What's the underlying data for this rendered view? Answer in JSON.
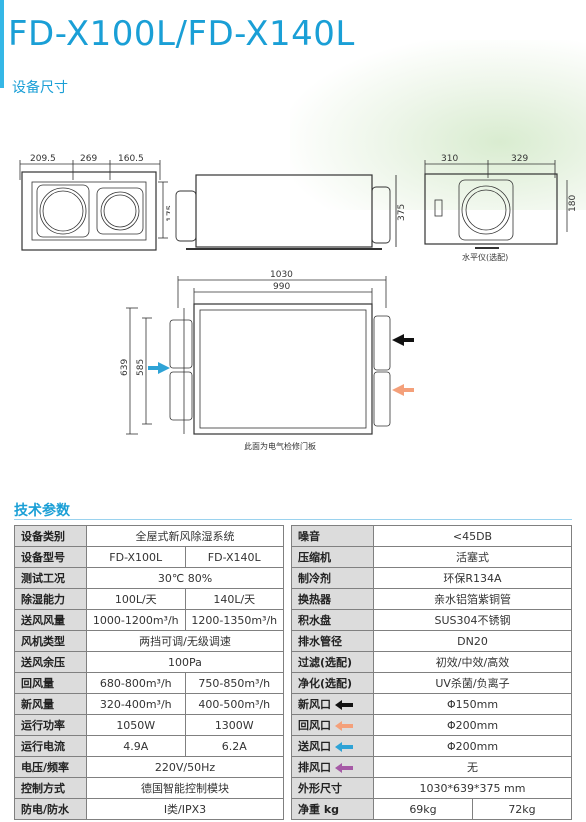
{
  "header": {
    "title": "FD-X100L/FD-X140L",
    "subtitle": "设备尺寸"
  },
  "dimensions": {
    "front": [
      "209.5",
      "269",
      "160.5",
      "175"
    ],
    "side": [
      "375"
    ],
    "right": [
      "310",
      "329",
      "180"
    ],
    "right_caption": "水平仪(选配)",
    "top": [
      "1030",
      "990",
      "639",
      "585"
    ],
    "top_caption": "此面为电气检修门板"
  },
  "section_title": "技术参数",
  "left_table": [
    {
      "label": "设备类别",
      "cells": [
        "全屋式新风除湿系统"
      ]
    },
    {
      "label": "设备型号",
      "cells": [
        "FD-X100L",
        "FD-X140L"
      ]
    },
    {
      "label": "测试工况",
      "cells": [
        "30℃ 80%"
      ]
    },
    {
      "label": "除湿能力",
      "cells": [
        "100L/天",
        "140L/天"
      ]
    },
    {
      "label": "送风风量",
      "cells": [
        "1000-1200m³/h",
        "1200-1350m³/h"
      ]
    },
    {
      "label": "风机类型",
      "cells": [
        "两挡可调/无级调速"
      ]
    },
    {
      "label": "送风余压",
      "cells": [
        "100Pa"
      ]
    },
    {
      "label": "回风量",
      "cells": [
        "680-800m³/h",
        "750-850m³/h"
      ]
    },
    {
      "label": "新风量",
      "cells": [
        "320-400m³/h",
        "400-500m³/h"
      ]
    },
    {
      "label": "运行功率",
      "cells": [
        "1050W",
        "1300W"
      ]
    },
    {
      "label": "运行电流",
      "cells": [
        "4.9A",
        "6.2A"
      ]
    },
    {
      "label": "电压/频率",
      "cells": [
        "220V/50Hz"
      ]
    },
    {
      "label": "控制方式",
      "cells": [
        "德国智能控制模块"
      ]
    },
    {
      "label": "防电/防水",
      "cells": [
        "I类/IPX3"
      ]
    }
  ],
  "right_table": [
    {
      "label": "噪音",
      "cells": [
        "<45DB"
      ]
    },
    {
      "label": "压缩机",
      "cells": [
        "活塞式"
      ]
    },
    {
      "label": "制冷剂",
      "cells": [
        "环保R134A"
      ]
    },
    {
      "label": "换热器",
      "cells": [
        "亲水铝箔紫铜管"
      ]
    },
    {
      "label": "积水盘",
      "cells": [
        "SUS304不锈钢"
      ]
    },
    {
      "label": "排水管径",
      "cells": [
        "DN20"
      ]
    },
    {
      "label": "过滤(选配)",
      "cells": [
        "初效/中效/高效"
      ]
    },
    {
      "label": "净化(选配)",
      "cells": [
        "UV杀菌/负离子"
      ]
    },
    {
      "label": "新风口",
      "arrow": "#111111",
      "cells": [
        "Φ150mm"
      ]
    },
    {
      "label": "回风口",
      "arrow": "#f4a07a",
      "cells": [
        "Φ200mm"
      ]
    },
    {
      "label": "送风口",
      "arrow": "#2fa3d6",
      "cells": [
        "Φ200mm"
      ]
    },
    {
      "label": "排风口",
      "arrow": "#a65aa6",
      "cells": [
        "无"
      ]
    },
    {
      "label": "外形尺寸",
      "cells": [
        "1030*639*375 mm"
      ]
    },
    {
      "label": "净重 kg",
      "cells": [
        "69kg",
        "72kg"
      ]
    }
  ],
  "colors": {
    "accent": "#1a9fd6",
    "fresh_arrow": "#111111",
    "return_arrow": "#f4a07a",
    "supply_arrow": "#2fa3d6",
    "exhaust_arrow": "#a65aa6"
  }
}
